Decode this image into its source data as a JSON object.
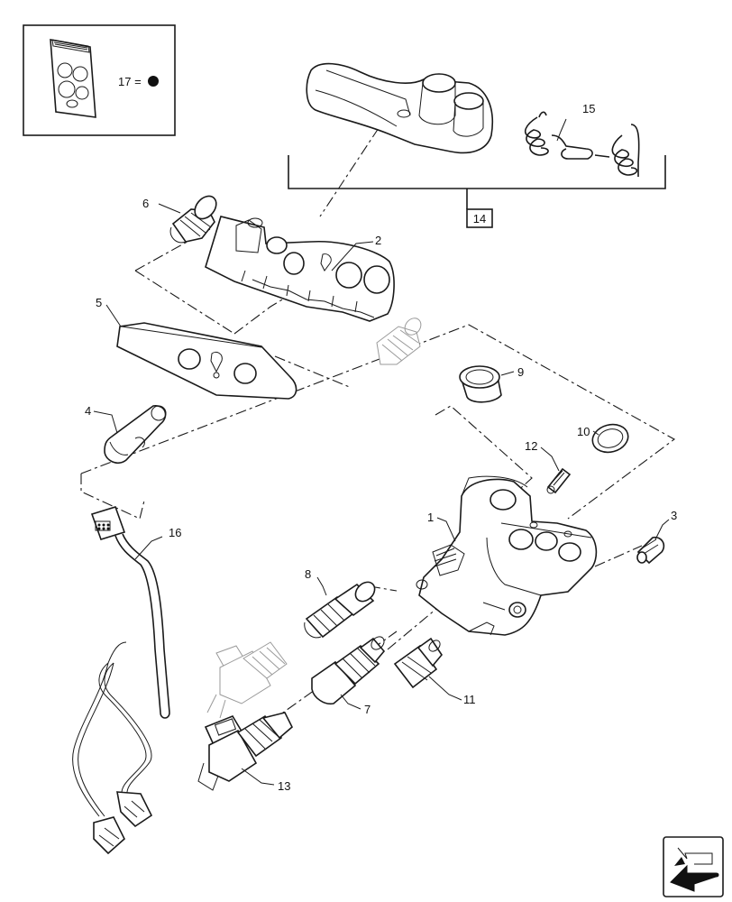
{
  "legend": {
    "item_label": "17 ="
  },
  "callouts": {
    "c1": "1",
    "c2": "2",
    "c3": "3",
    "c4": "4",
    "c5": "5",
    "c6": "6",
    "c7": "7",
    "c8": "8",
    "c9": "9",
    "c10": "10",
    "c11": "11",
    "c12": "12",
    "c13": "13",
    "c14": "14",
    "c15": "15",
    "c16": "16"
  },
  "icons": {
    "navigation": "arrow-navigation-icon",
    "kit": "seal-kit-icon"
  }
}
